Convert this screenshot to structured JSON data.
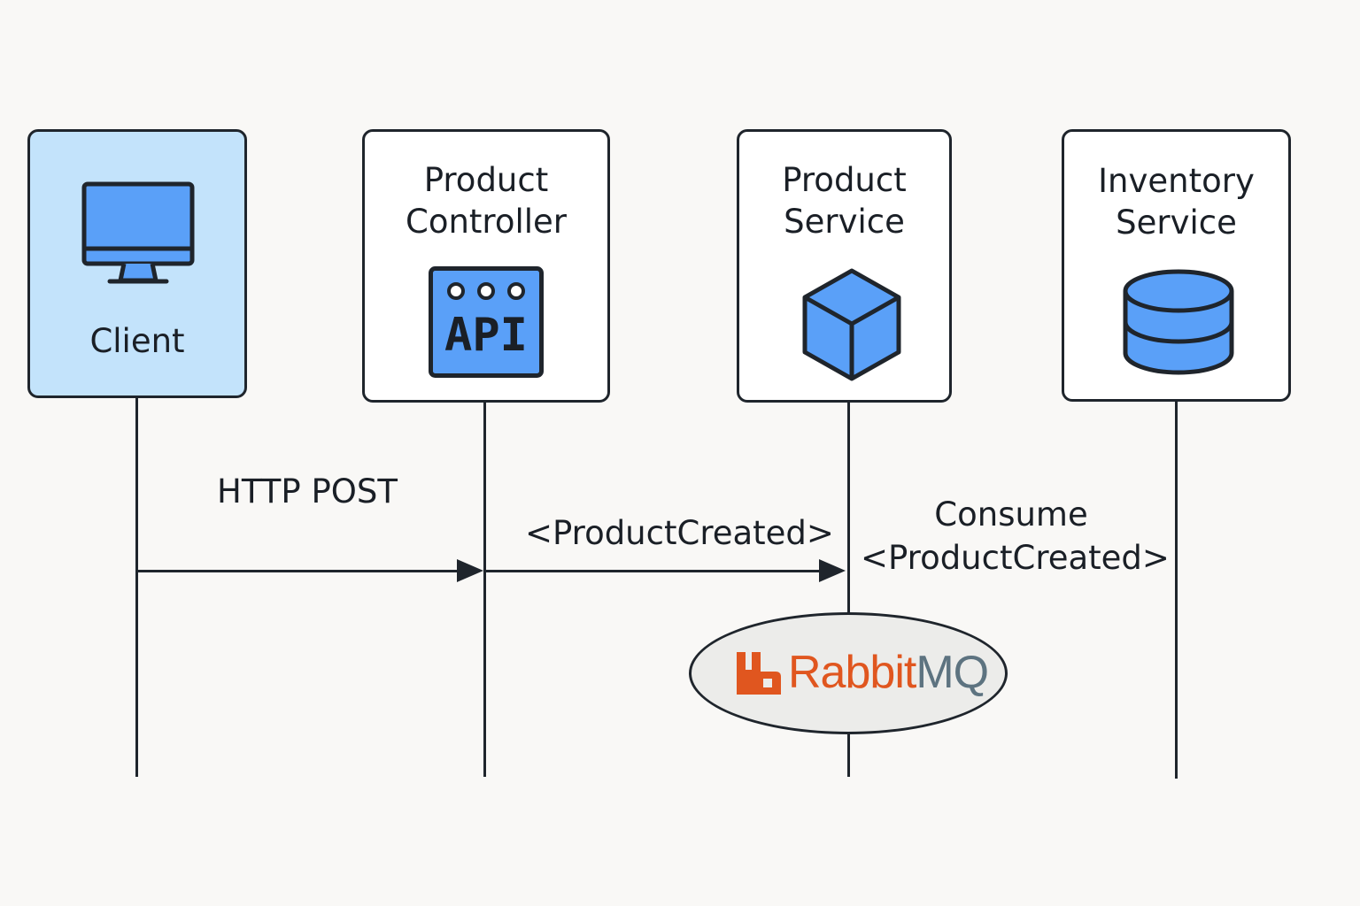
{
  "participants": [
    {
      "id": "client",
      "title": "Client",
      "icon": "monitor-icon"
    },
    {
      "id": "product-controller",
      "title": "Product\nController",
      "icon": "api-icon",
      "icon_text": "API"
    },
    {
      "id": "product-service",
      "title": "Product\nService",
      "icon": "cube-icon"
    },
    {
      "id": "inventory-service",
      "title": "Inventory\nService",
      "icon": "database-icon"
    }
  ],
  "messages": [
    {
      "label": "HTTP POST",
      "from": "client",
      "to": "product-controller"
    },
    {
      "label": "<ProductCreated>",
      "from": "product-controller",
      "to": "product-service"
    },
    {
      "label_line1": "Consume",
      "label_line2": "<ProductCreated>"
    }
  ],
  "broker": {
    "name_part1": "Rabbit",
    "name_part2": "MQ",
    "logo_color": "#e0561f",
    "mq_color": "#5d7380"
  },
  "colors": {
    "client_fill": "#c3e3fb",
    "icon_blue": "#5aa0f8",
    "outline": "#1f252c"
  }
}
